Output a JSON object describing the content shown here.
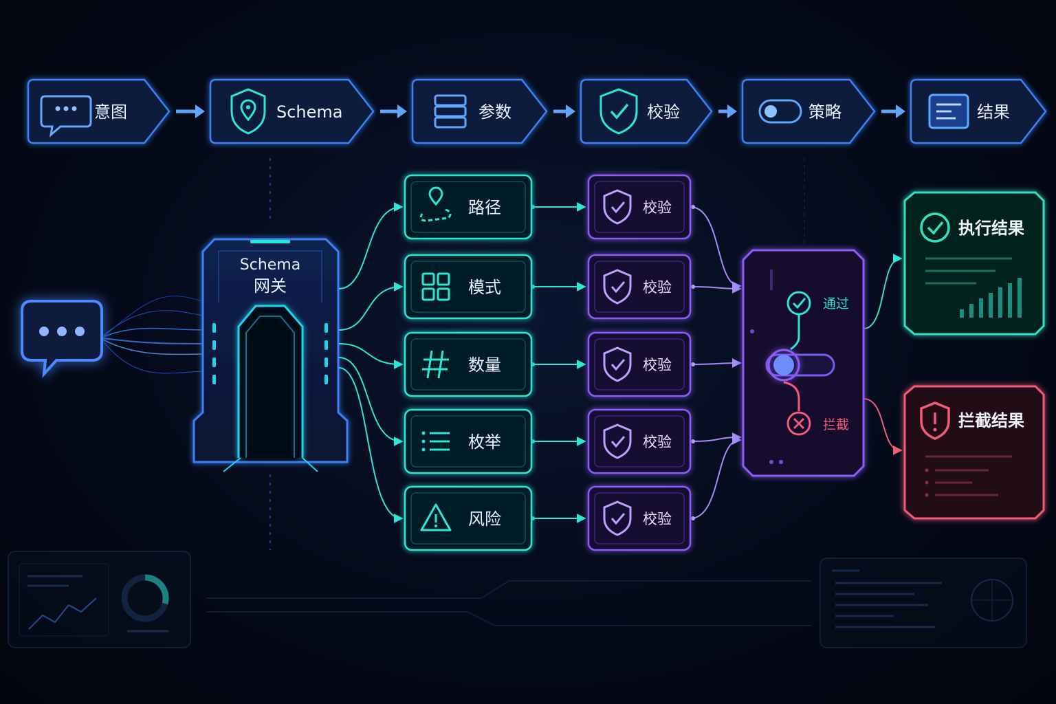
{
  "pipeline": [
    {
      "id": "intent",
      "label": "意图",
      "icon": "chat-bubble-icon"
    },
    {
      "id": "schema",
      "label": "Schema",
      "icon": "shield-location-icon"
    },
    {
      "id": "params",
      "label": "参数",
      "icon": "layers-icon"
    },
    {
      "id": "validate",
      "label": "校验",
      "icon": "shield-check-icon"
    },
    {
      "id": "policy",
      "label": "策略",
      "icon": "toggle-icon"
    },
    {
      "id": "result",
      "label": "结果",
      "icon": "document-icon"
    }
  ],
  "gateway": {
    "line1": "Schema",
    "line2": "网关"
  },
  "branches": [
    {
      "id": "path",
      "label": "路径",
      "icon": "route-pin-icon"
    },
    {
      "id": "mode",
      "label": "模式",
      "icon": "grid-icon"
    },
    {
      "id": "quantity",
      "label": "数量",
      "icon": "hash-icon"
    },
    {
      "id": "enum",
      "label": "枚举",
      "icon": "list-icon"
    },
    {
      "id": "risk",
      "label": "风险",
      "icon": "warning-icon"
    }
  ],
  "check_label": "校验",
  "decision": {
    "pass": "通过",
    "block": "拦截"
  },
  "results": {
    "success": "执行结果",
    "blocked": "拦截结果"
  },
  "colors": {
    "blue": "#3b82f6",
    "cyan": "#2ee6d6",
    "purple": "#8b5cf6",
    "green": "#34e0c0",
    "red": "#f25c7a"
  }
}
